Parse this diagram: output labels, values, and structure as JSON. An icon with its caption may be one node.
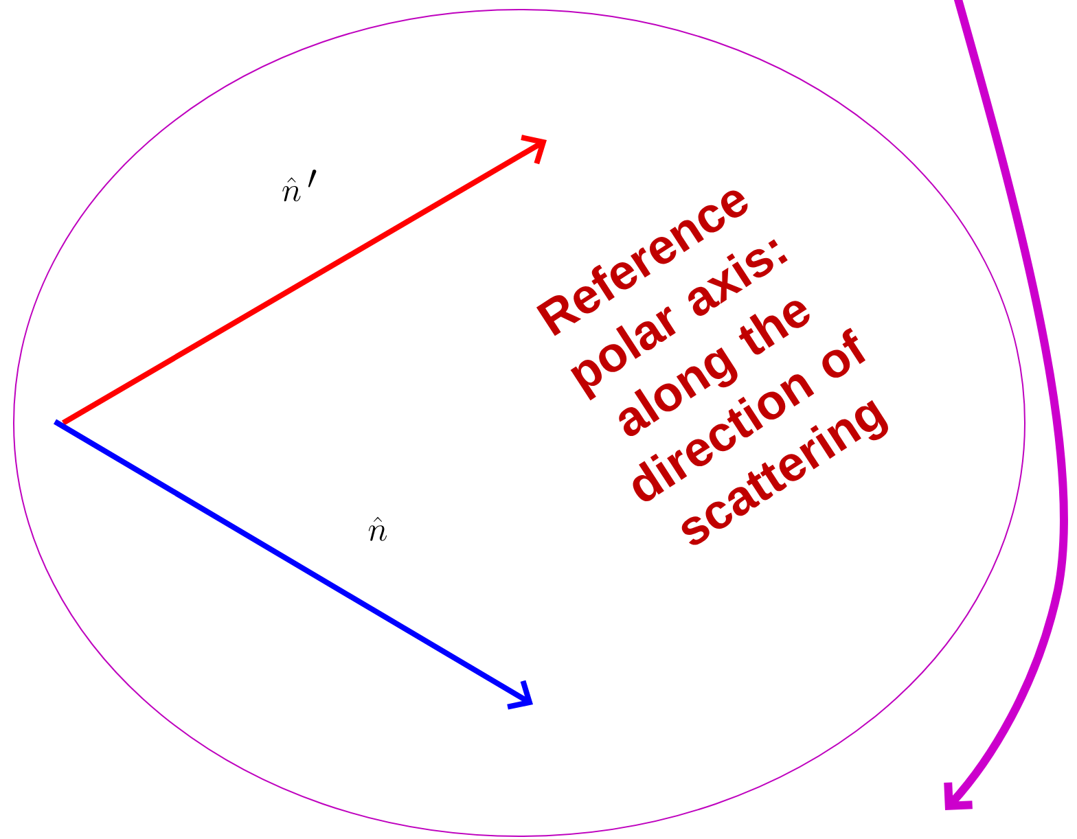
{
  "diagram": {
    "labels": [
      "\\hat{n}\\,'",
      "\\hat{n}",
      "Reference polar axis: along the direction of scattering"
    ]
  }
}
